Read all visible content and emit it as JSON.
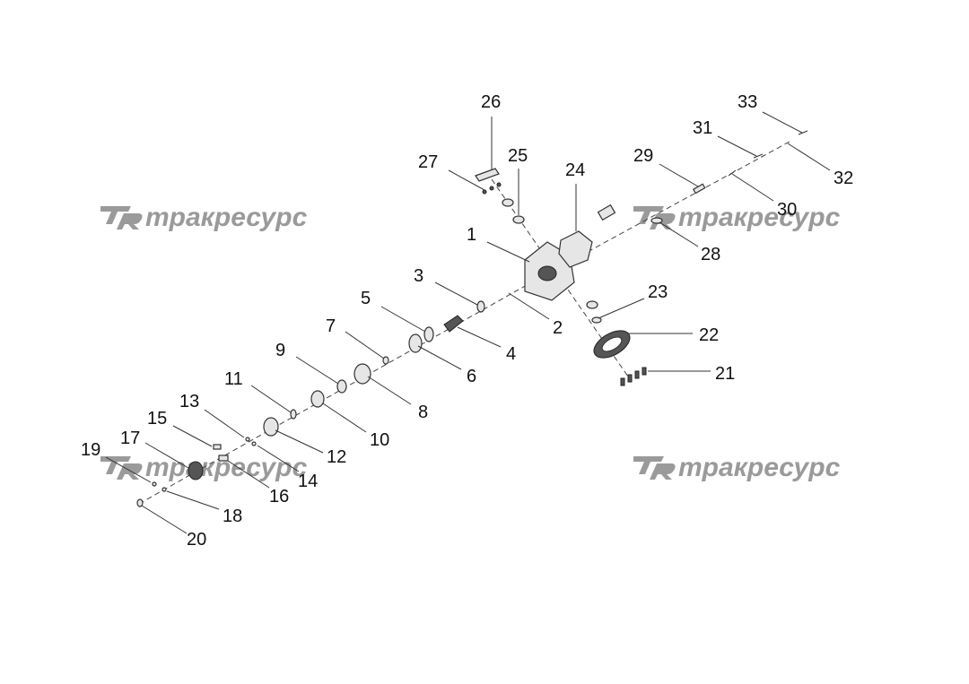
{
  "watermark": {
    "text": "трак­ресурс",
    "logo": "TR"
  },
  "callouts": [
    "1",
    "2",
    "3",
    "4",
    "5",
    "6",
    "7",
    "8",
    "9",
    "10",
    "11",
    "12",
    "13",
    "14",
    "15",
    "16",
    "17",
    "18",
    "19",
    "20",
    "21",
    "22",
    "23",
    "24",
    "25",
    "26",
    "27",
    "28",
    "29",
    "30",
    "31",
    "32",
    "33"
  ]
}
